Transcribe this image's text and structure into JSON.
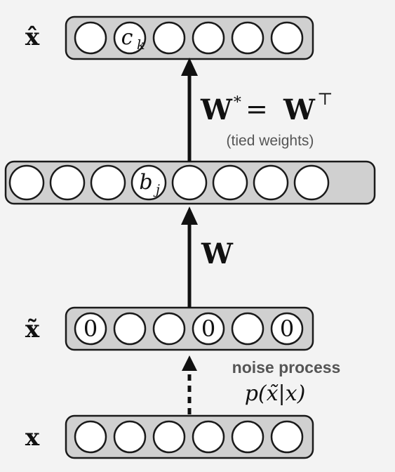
{
  "labels": {
    "x_hat": "x̂",
    "x_tilde": "x̃",
    "x": "x",
    "W": "W",
    "W_star": "W",
    "star": "∗",
    "equals": "=",
    "W_T": "W",
    "T": "⊤",
    "tied": "(tied weights)",
    "noise": "noise process",
    "cond": "p(x̃|x)"
  },
  "layers": [
    {
      "id": "output",
      "units": [
        "",
        "c",
        "",
        "",
        "",
        ""
      ],
      "sub": [
        "",
        "k",
        "",
        "",
        "",
        ""
      ]
    },
    {
      "id": "hidden",
      "units": [
        "",
        "",
        "",
        "b",
        "",
        "",
        "",
        ""
      ],
      "sub": [
        "",
        "",
        "",
        "j",
        "",
        "",
        "",
        ""
      ]
    },
    {
      "id": "corrupted",
      "units": [
        "0",
        "",
        "",
        "0",
        "",
        "0"
      ],
      "sub": [
        "",
        "",
        "",
        "",
        "",
        ""
      ]
    },
    {
      "id": "input",
      "units": [
        "",
        "",
        "",
        "",
        "",
        ""
      ],
      "sub": [
        "",
        "",
        "",
        "",
        "",
        ""
      ]
    }
  ],
  "colors": {
    "background": "#f3f3f3",
    "bar": "#d0d0d0",
    "outline": "#1a1a1a",
    "unit": "#ffffff",
    "zero_text": "#555555",
    "gray_text": "#555555",
    "noise_text": "#555555"
  }
}
